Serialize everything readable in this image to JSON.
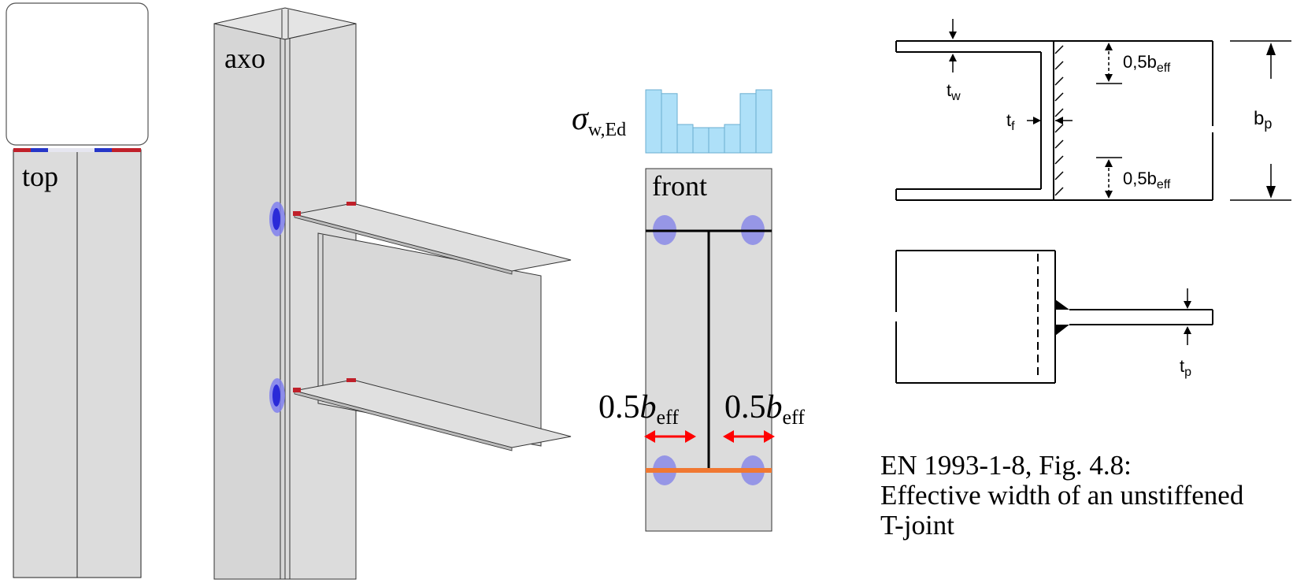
{
  "views": {
    "top_label": "top",
    "axo_label": "axo",
    "front_label": "front"
  },
  "stress": {
    "symbol": "σ",
    "subscript": "w,Ed",
    "bar_values": [
      1.0,
      0.94,
      0.45,
      0.4,
      0.4,
      0.45,
      0.94,
      1.0
    ]
  },
  "front_view": {
    "width_left": {
      "coef": "0.5",
      "sym": "b",
      "sub": "eff"
    },
    "width_right": {
      "coef": "0.5",
      "sym": "b",
      "sub": "eff"
    }
  },
  "drawing": {
    "t_w": {
      "main": "t",
      "sub": "w"
    },
    "t_f": {
      "main": "t",
      "sub": "f"
    },
    "beff_top": {
      "main": "0,5b",
      "sub": "eff"
    },
    "beff_bottom": {
      "main": "0,5b",
      "sub": "eff"
    },
    "b_p": {
      "main": "b",
      "sub": "p"
    },
    "t_p": {
      "main": "t",
      "sub": "p"
    }
  },
  "caption": {
    "line1": "EN 1993-1-8, Fig. 4.8:",
    "line2": "Effective width of an unstiffened",
    "line3": "T-joint"
  },
  "colors": {
    "steel": "#dcdcdc",
    "stress_fill": "#aee0f8",
    "contour": "#6f6fea",
    "arrow": "#ff0000",
    "weld_line": "#f07832"
  }
}
